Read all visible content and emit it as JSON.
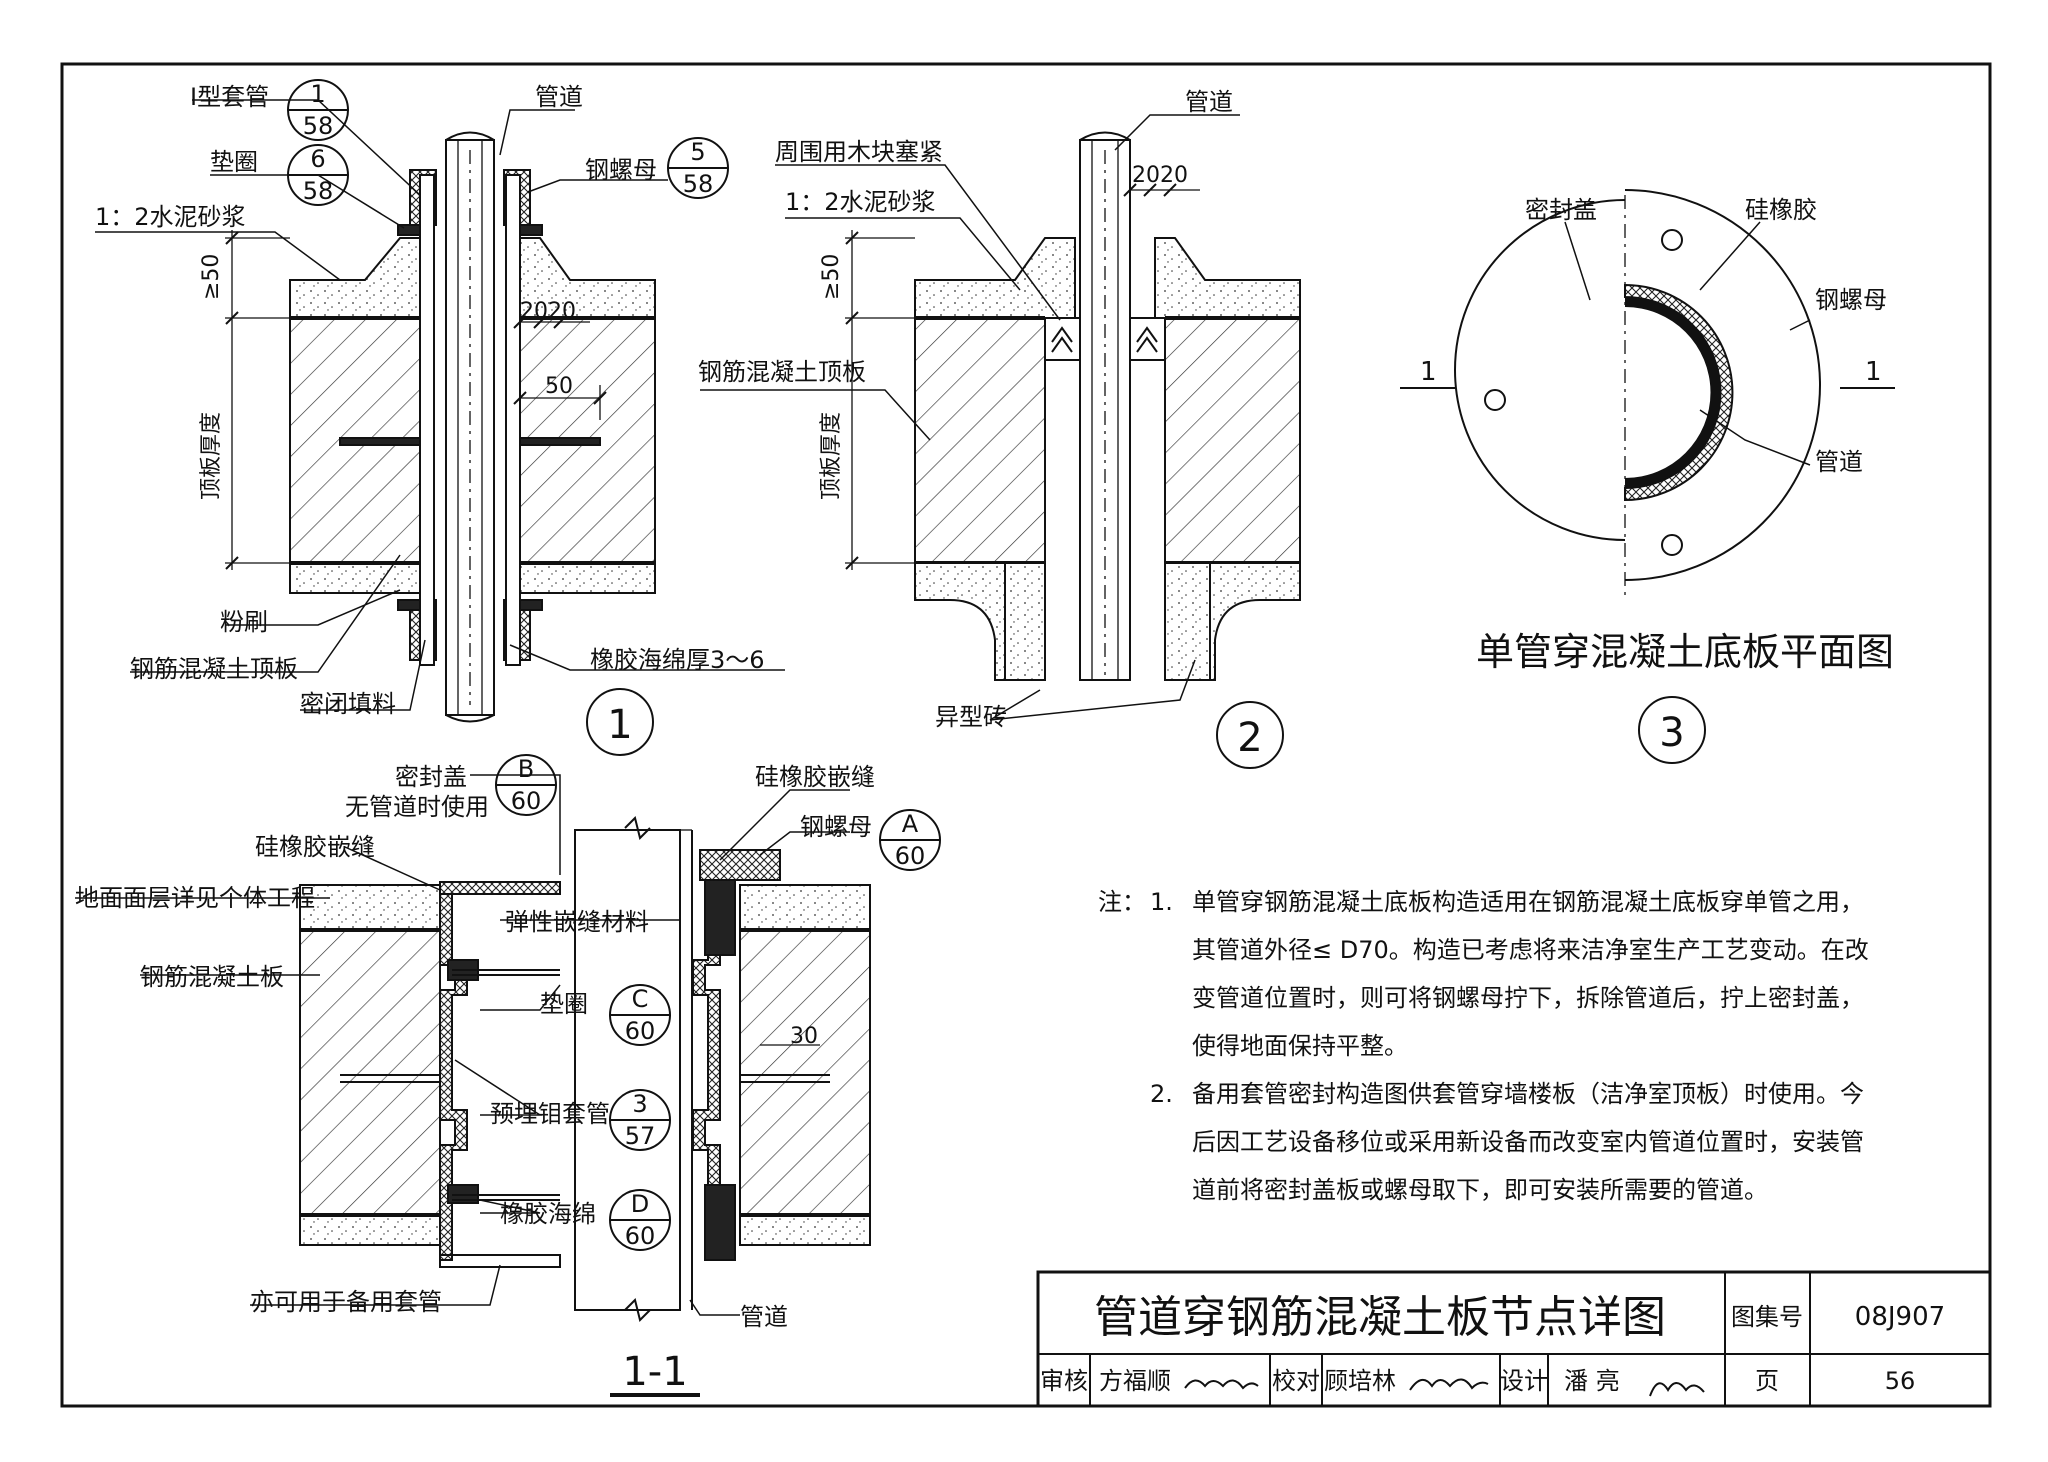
{
  "sheet": {
    "title": "管道穿钢筋混凝土板节点详图",
    "atlas_label": "图集号",
    "atlas_no": "08J907",
    "page_label": "页",
    "page_no": "56",
    "review_label": "审核",
    "review_name": "方福顺",
    "check_label": "校对",
    "check_name": "顾培林",
    "design_label": "设计",
    "design_name": "潘 亮"
  },
  "detail1": {
    "number": "1",
    "labels": {
      "sleeve": "Ⅰ型套管",
      "washer": "垫圈",
      "mortar": "1：2水泥砂浆",
      "pipe": "管道",
      "steel_nut": "钢螺母",
      "ge50": "≥50",
      "thickness": "顶板厚度",
      "d2020": "2020",
      "d50": "50",
      "plaster": "粉刷",
      "slab": "钢筋混凝土顶板",
      "sealant": "密闭填料",
      "rubber": "橡胶海绵厚3～6"
    },
    "refs": {
      "sleeve": {
        "top": "1",
        "bottom": "58"
      },
      "washer": {
        "top": "6",
        "bottom": "58"
      },
      "nut": {
        "top": "5",
        "bottom": "58"
      }
    }
  },
  "detail2": {
    "number": "2",
    "labels": {
      "pipe": "管道",
      "wood": "周围用木块塞紧",
      "mortar": "1：2水泥砂浆",
      "d2020": "2020",
      "ge50": "≥50",
      "slab": "钢筋混凝土顶板",
      "thickness": "顶板厚度",
      "brick": "异型砖"
    }
  },
  "detail3": {
    "number": "3",
    "caption": "单管穿混凝土底板平面图",
    "labels": {
      "cover": "密封盖",
      "silicone": "硅橡胶",
      "nut": "钢螺母",
      "pipe": "管道",
      "sec_left": "1",
      "sec_right": "1"
    }
  },
  "section11": {
    "caption": "1-1",
    "labels": {
      "cover": "密封盖",
      "no_pipe": "无管道时使用",
      "silicone_left": "硅橡胶嵌缝",
      "floor": "地面面层详见个体工程",
      "slab": "钢筋混凝土板",
      "elastic": "弹性嵌缝材料",
      "washer": "垫圈",
      "sleeve": "预埋钼套管",
      "sponge": "橡胶海绵",
      "spare": "亦可用于备用套管",
      "silicone_right": "硅橡胶嵌缝",
      "nut": "钢螺母",
      "d30": "30",
      "pipe": "管道"
    },
    "refs": {
      "b": {
        "top": "B",
        "bottom": "60"
      },
      "a": {
        "top": "A",
        "bottom": "60"
      },
      "c": {
        "top": "C",
        "bottom": "60"
      },
      "sleeve": {
        "top": "3",
        "bottom": "57"
      },
      "d": {
        "top": "D",
        "bottom": "60"
      }
    }
  },
  "notes": {
    "prefix": "注：",
    "n1_no": "1.",
    "n1_l1": "单管穿钢筋混凝土底板构造适用在钢筋混凝土底板穿单管之用，",
    "n1_l2": "其管道外径≤ D70。构造已考虑将来洁净室生产工艺变动。在改",
    "n1_l3": "变管道位置时，则可将钢螺母拧下，拆除管道后，拧上密封盖，",
    "n1_l4": "使得地面保持平整。",
    "n2_no": "2.",
    "n2_l1": "备用套管密封构造图供套管穿墙楼板（洁净室顶板）时使用。今",
    "n2_l2": "后因工艺设备移位或采用新设备而改变室内管道位置时，安装管",
    "n2_l3": "道前将密封盖板或螺母取下，即可安装所需要的管道。"
  }
}
